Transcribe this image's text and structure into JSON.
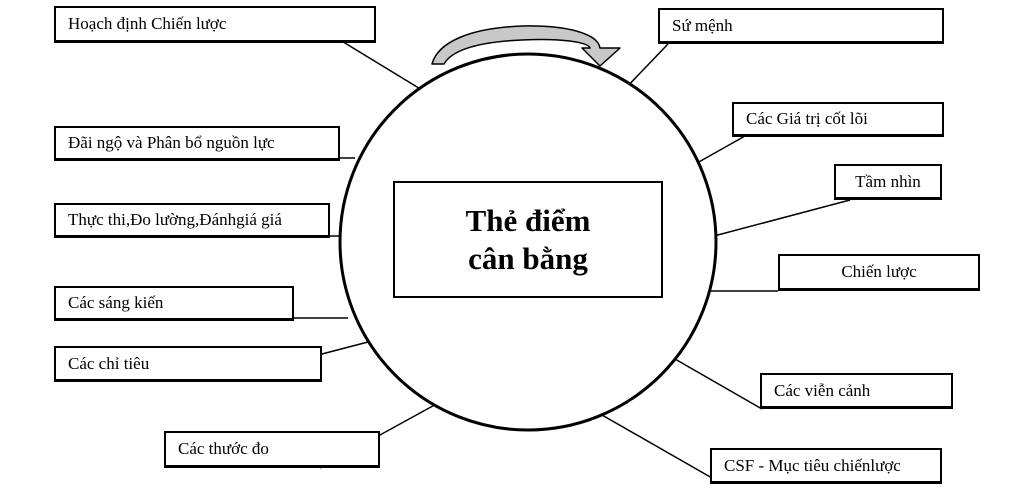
{
  "center": {
    "line1": "Thẻ điểm",
    "line2": "cân bằng"
  },
  "labels": {
    "strategic_planning": "Hoạch định Chiến lược",
    "rewards_resources": "Đãi ngộ và Phân bổ nguồn lực",
    "implementation": "Thực thi,Đo lường,Đánhgiá giá",
    "initiatives": "Các sáng kiến",
    "targets": "Các chỉ tiêu",
    "measures": "Các thước đo",
    "mission": "Sứ mệnh",
    "core_values": "Các Giá trị cốt lõi",
    "vision": "Tầm nhìn",
    "strategy": "Chiến lược",
    "perspectives": "Các viễn cảnh",
    "csf": "CSF - Mục tiêu chiếnlược"
  }
}
